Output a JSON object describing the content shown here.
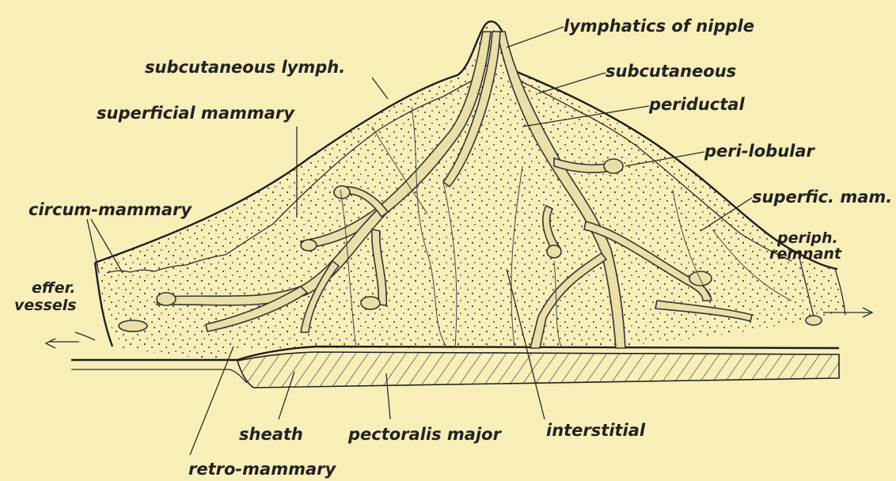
{
  "labels": {
    "lymphatics_of_nipple": "lymphatics of nipple",
    "subcutaneous_lymph": "subcutaneous lymph.",
    "subcutaneous": "subcutaneous",
    "superficial_mammary": "superficial mammary",
    "periductal": "periductal",
    "peri_lobular": "peri-lobular",
    "superfic_mam": "superfic. mam.",
    "circum_mammary": "circum-mammary",
    "periph": "periph.",
    "remnant": "remnant",
    "effer": "effer.",
    "vessels": "vessels",
    "sheath": "sheath",
    "pectoralis_major": "pectoralis major",
    "interstitial": "interstitial",
    "retro_mammary": "retro-mammary"
  }
}
